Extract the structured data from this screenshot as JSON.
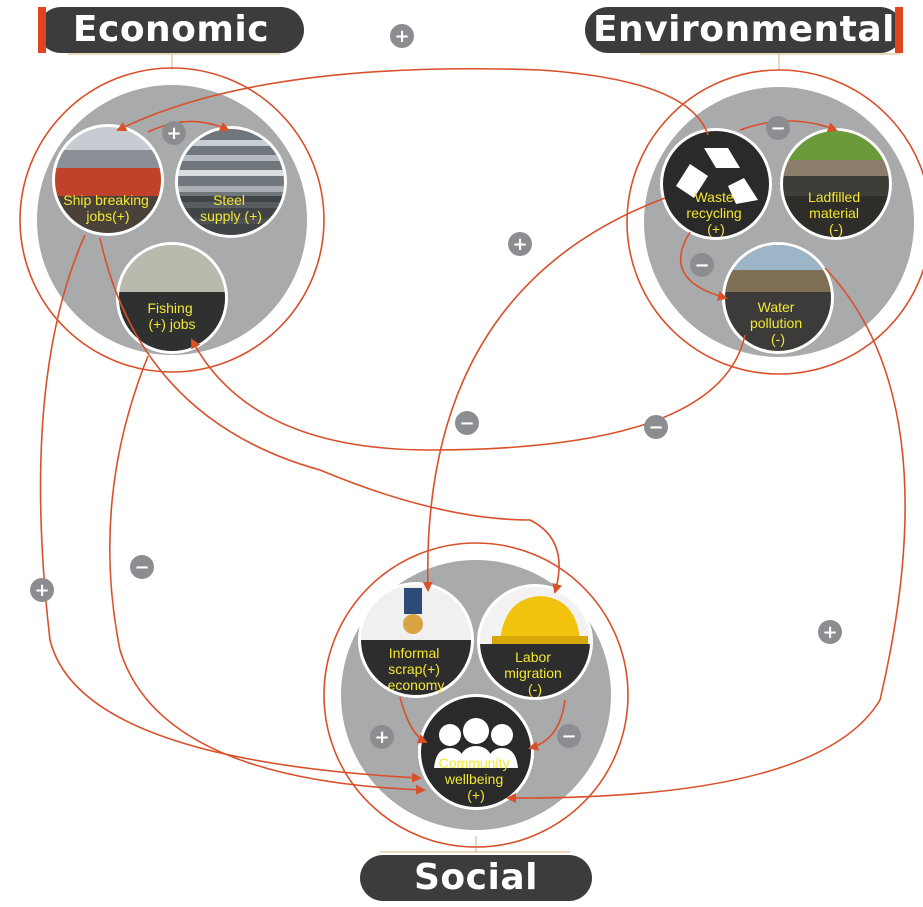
{
  "groups": {
    "economic": "Economic",
    "environmental": "Environmental",
    "social": "Social"
  },
  "nodes": {
    "ship_breaking": [
      "Ship breaking",
      "jobs(+)"
    ],
    "steel_supply": [
      "Steel",
      "supply (+)"
    ],
    "fishing": [
      "Fishing",
      "(+) jobs"
    ],
    "waste_recycling": [
      "Waste",
      "recycling",
      "(+)"
    ],
    "ladfilled": [
      "Ladfilled",
      "material",
      "(-)"
    ],
    "water_pollution": [
      "Water",
      "pollution",
      "(-)"
    ],
    "informal_scrap": [
      "Informal",
      "scrap(+)",
      "economy"
    ],
    "labor_migration": [
      "Labor",
      "migration",
      "(-)"
    ],
    "community": [
      "Community",
      "wellbeing",
      "(+)"
    ]
  },
  "signs": {
    "top": "+",
    "econ_inner": "+",
    "center_plus": "+",
    "env_inner": "−",
    "water_minus": "−",
    "mid_minus": "−",
    "right_minus": "−",
    "left_minus": "−",
    "far_left_plus": "+",
    "far_right_plus": "+",
    "social_left_plus": "+",
    "social_right_minus": "−"
  },
  "colors": {
    "arrow": "#d9502a",
    "pill": "#3c3c3e",
    "accent": "#e34420",
    "cluster": "#a9aaac",
    "label": "#f2e733"
  }
}
